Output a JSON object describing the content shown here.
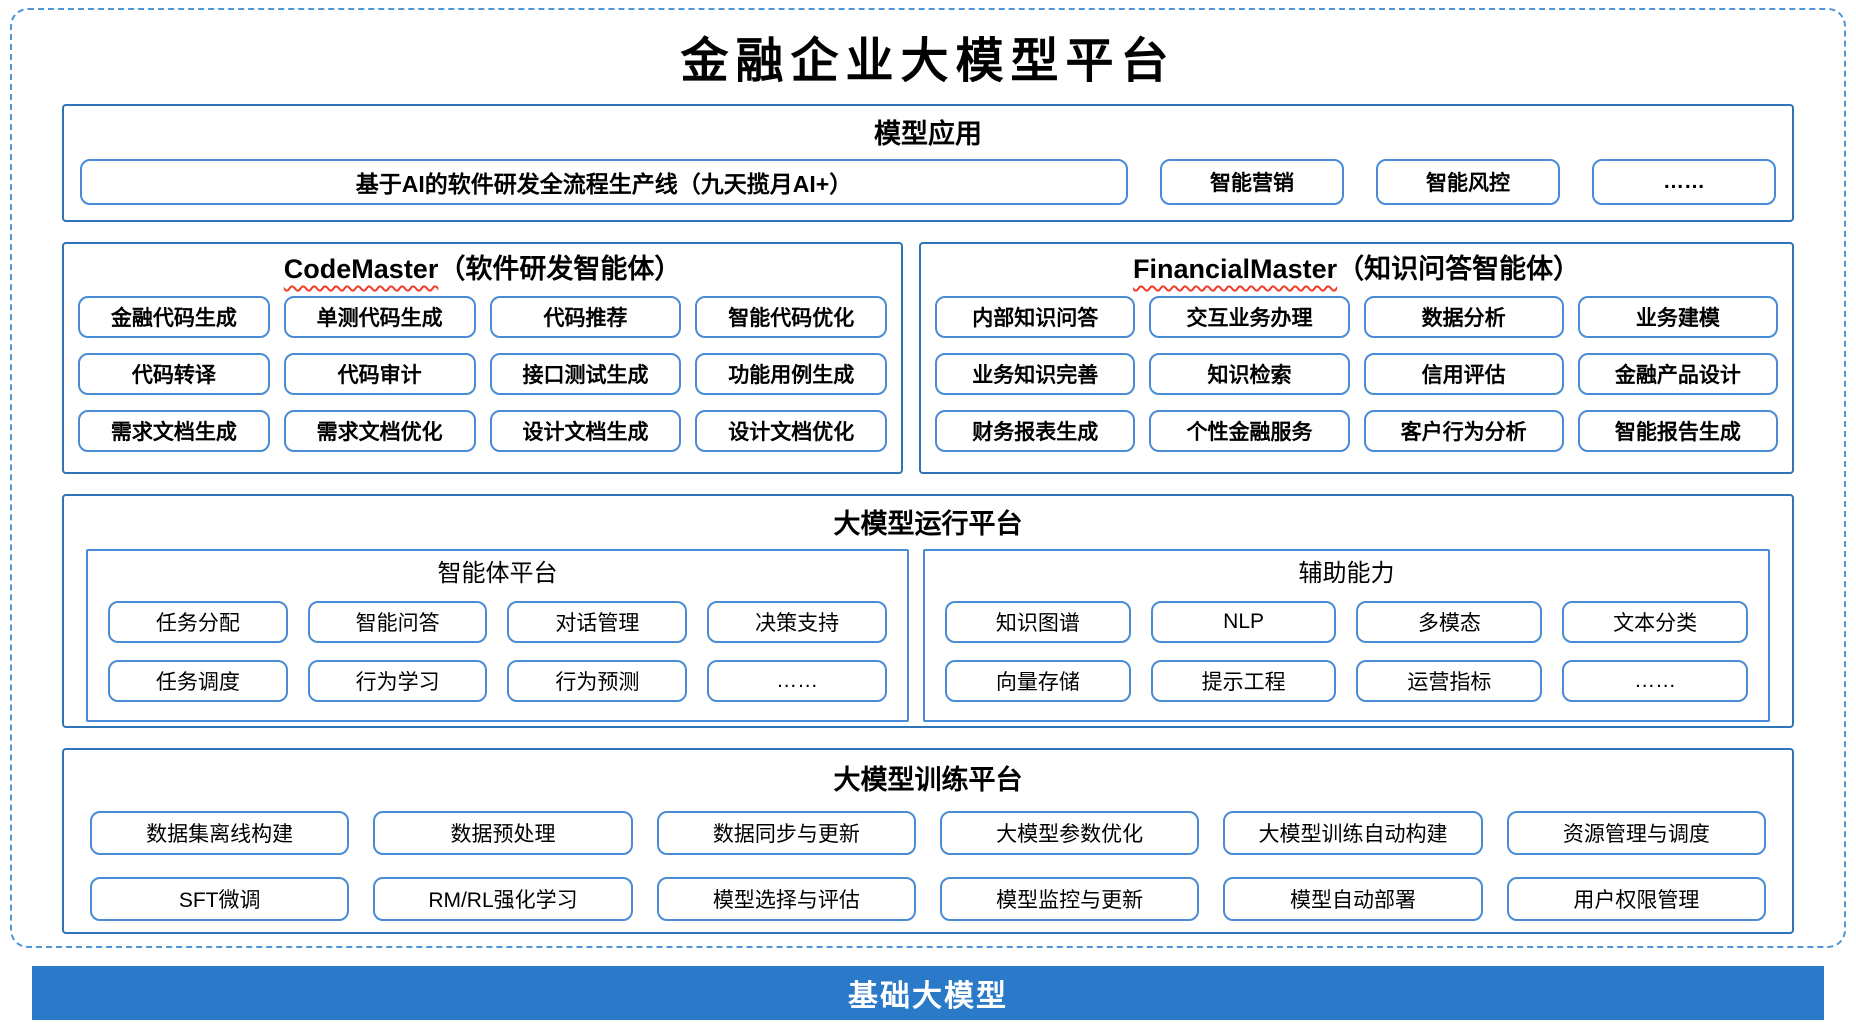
{
  "title": "金融企业大模型平台",
  "colors": {
    "section_border": "#2e75b6",
    "box_border": "#4a8bd5",
    "outer_dashed_border": "#4e96d8",
    "foundation_bar_bg": "#2b7ac9",
    "spellcheck_underline": "#f23d2a",
    "text": "#000000"
  },
  "model_app": {
    "header": "模型应用",
    "pipeline_box": "基于AI的软件研发全流程生产线（九天揽月AI+）",
    "boxes": [
      "智能营销",
      "智能风控",
      "……"
    ]
  },
  "agents": {
    "code_master": {
      "header_en": "CodeMaster",
      "header_zh": "（软件研发智能体）",
      "boxes": [
        "金融代码生成",
        "单测代码生成",
        "代码推荐",
        "智能代码优化",
        "代码转译",
        "代码审计",
        "接口测试生成",
        "功能用例生成",
        "需求文档生成",
        "需求文档优化",
        "设计文档生成",
        "设计文档优化"
      ]
    },
    "financial_master": {
      "header_en": "FinancialMaster",
      "header_zh": "（知识问答智能体）",
      "boxes": [
        "内部知识问答",
        "交互业务办理",
        "数据分析",
        "业务建模",
        "业务知识完善",
        "知识检索",
        "信用评估",
        "金融产品设计",
        "财务报表生成",
        "个性金融服务",
        "客户行为分析",
        "智能报告生成"
      ]
    }
  },
  "runtime": {
    "header": "大模型运行平台",
    "agent_platform": {
      "header": "智能体平台",
      "boxes": [
        "任务分配",
        "智能问答",
        "对话管理",
        "决策支持",
        "任务调度",
        "行为学习",
        "行为预测",
        "……"
      ]
    },
    "aux_ability": {
      "header": "辅助能力",
      "boxes": [
        "知识图谱",
        "NLP",
        "多模态",
        "文本分类",
        "向量存储",
        "提示工程",
        "运营指标",
        "……"
      ]
    }
  },
  "training": {
    "header": "大模型训练平台",
    "boxes": [
      "数据集离线构建",
      "数据预处理",
      "数据同步与更新",
      "大模型参数优化",
      "大模型训练自动构建",
      "资源管理与调度",
      "SFT微调",
      "RM/RL强化学习",
      "模型选择与评估",
      "模型监控与更新",
      "模型自动部署",
      "用户权限管理"
    ]
  },
  "foundation": {
    "label": "基础大模型"
  }
}
